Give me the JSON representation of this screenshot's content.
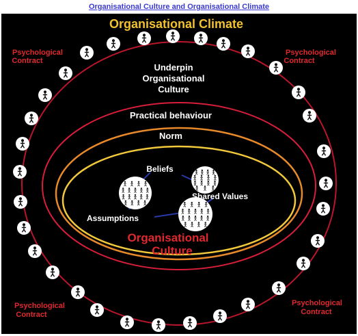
{
  "header": {
    "title": "Organisational Culture and Organisational Climate"
  },
  "diagram": {
    "climate_label": "Organisational Climate",
    "underpin_lines": [
      "Underpin",
      "Organisational",
      "Culture"
    ],
    "practical_behaviour": "Practical behaviour",
    "norm": "Norm",
    "beliefs": "Beliefs",
    "shared_values": "Shared Values",
    "assumptions": "Assumptions",
    "culture_lines": [
      "Organisational",
      "Culture"
    ],
    "psych_contract_lines": [
      "Psychological",
      "Contract"
    ]
  },
  "colors": {
    "background": "#000000",
    "frame": "#ffffff",
    "title_link": "#3a3ad0",
    "climate_text": "#f2c12e",
    "contract_text": "#e0282e",
    "culture_text": "#e0282e",
    "outer_ring": "#b8162b",
    "middle_ring": "#d81e3a",
    "norm_ring": "#e88a2a",
    "inner_ring": "#f3c93c",
    "connector": "#2a3aa8",
    "white_text": "#ffffff"
  },
  "icons": {
    "person": "person-figure-icon",
    "group": "group-crowd-icon"
  }
}
